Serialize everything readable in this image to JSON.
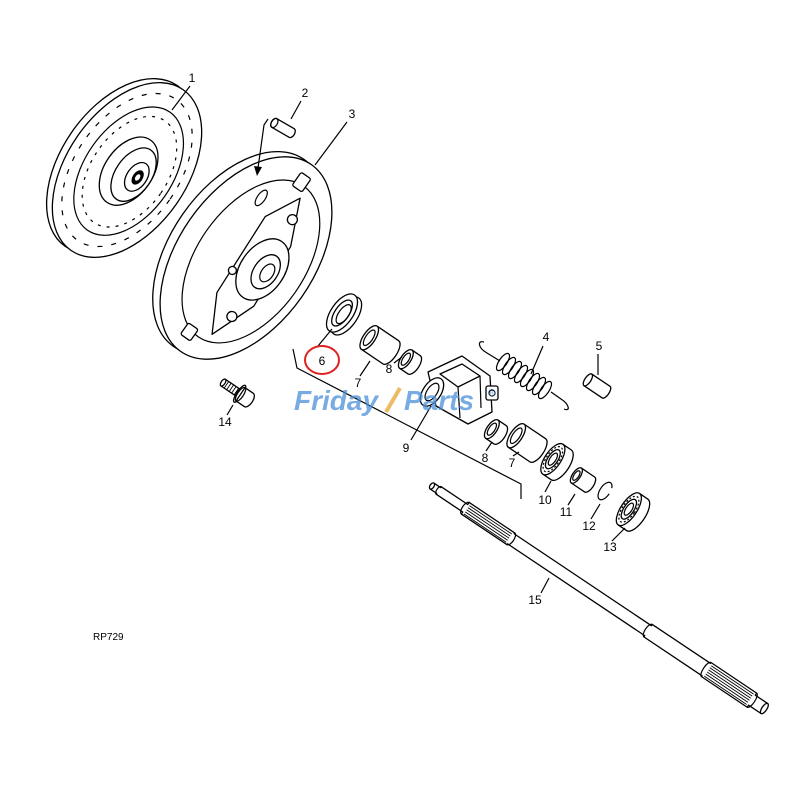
{
  "callouts": [
    "1",
    "2",
    "3",
    "4",
    "5",
    "6",
    "7",
    "8",
    "9",
    "7",
    "8",
    "10",
    "11",
    "12",
    "13",
    "14",
    "15"
  ],
  "figure_code": "RP729",
  "highlight_color": "#e02020",
  "watermark": {
    "left": "Friday",
    "right": "Parts",
    "mark": "®",
    "color": "#4a90d9"
  }
}
